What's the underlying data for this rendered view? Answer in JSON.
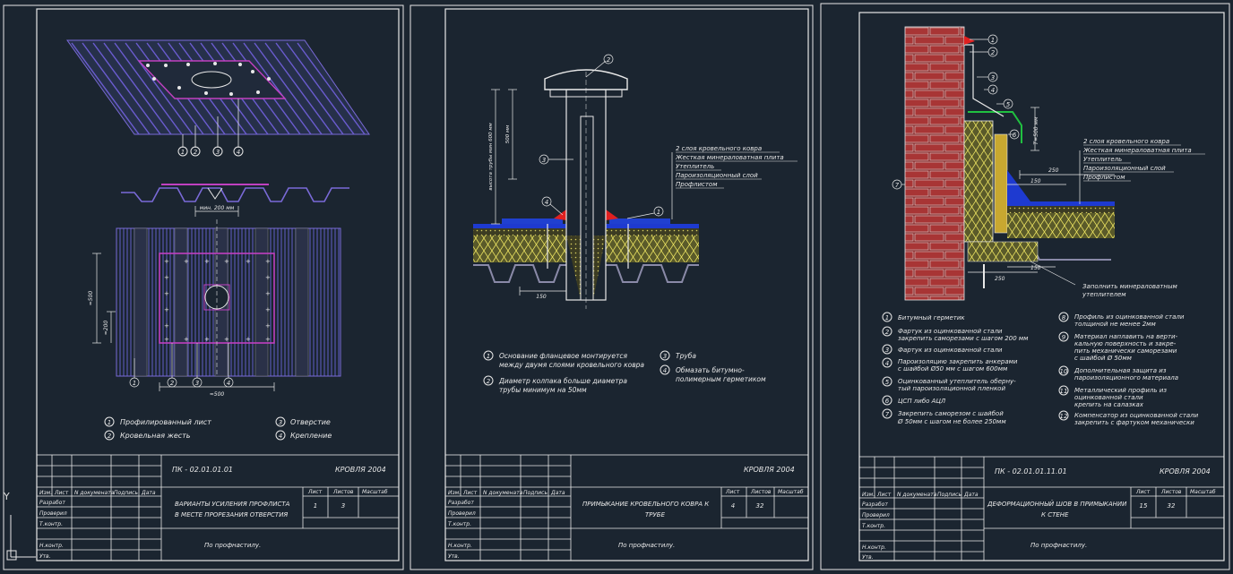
{
  "sheets": [
    {
      "code": "ПК - 02.01.01.01",
      "project": "КРОВЛЯ 2004",
      "title_line1": "ВАРИАНТЫ УСИЛЕНИЯ ПРОФЛИСТА",
      "title_line2": "В МЕСТЕ ПРОРЕЗАНИЯ ОТВЕРСТИЯ",
      "sheet": "1",
      "sheets": "3",
      "footer": "По профнастилу.",
      "legend": [
        {
          "num": "1",
          "text": "Профилированный лист"
        },
        {
          "num": "2",
          "text": "Кровельная жесть"
        },
        {
          "num": "3",
          "text": "Отверстие"
        },
        {
          "num": "4",
          "text": "Крепление"
        }
      ],
      "dim_top": "мин. 200 мм",
      "dim_bottom": "≈500",
      "dim_side": "≈500",
      "dim_side2": "≈200"
    },
    {
      "code": "",
      "project": "КРОВЛЯ 2004",
      "title_line1": "ПРИМЫКАНИЕ КРОВЕЛЬНОГО КОВРА К",
      "title_line2": "ТРУБЕ",
      "sheet": "4",
      "sheets": "32",
      "footer": "По профнастилу.",
      "layers": [
        "2 слоя кровельного ковра",
        "Жесткая минераловатная плита",
        "Утеплитель",
        "Пароизоляционный слой",
        "Профлистом"
      ],
      "legend": [
        {
          "num": "1",
          "text": "Основание фланцевое монтируется",
          "text2": "между двумя слоями кровельного ковра"
        },
        {
          "num": "2",
          "text": "Диаметр колпака больше диаметра",
          "text2": "трубы минимум на 50мм"
        },
        {
          "num": "3",
          "text": "Труба",
          "text2": ""
        },
        {
          "num": "4",
          "text": "Обмазать битумно-",
          "text2": "полимерным герметиком"
        }
      ],
      "vert_label1": "высота трубы мин 600 мм",
      "vert_label2": "500 мм",
      "dim": "150"
    },
    {
      "code": "ПК - 02.01.01.11.01",
      "project": "КРОВЛЯ 2004",
      "title_line1": "ДЕФОРМАЦИОННЫЙ ШОВ В ПРИМЫКАНИИ",
      "title_line2": "К СТЕНЕ",
      "sheet": "15",
      "sheets": "32",
      "footer": "По профнастилу.",
      "layers": [
        "2 слоя кровельного ковра",
        "Жесткая минераловатная плита",
        "Утеплитель",
        "Пароизоляционный слой",
        "Профлистом"
      ],
      "fill_note1": "Заполнить минераловатным",
      "fill_note2": "утеплителем",
      "dims": [
        "250",
        "150",
        "150",
        "250",
        "Т=500 мм"
      ],
      "legend_left": [
        {
          "num": "1",
          "text": "Битумный герметик",
          "text2": ""
        },
        {
          "num": "2",
          "text": "Фартук из оцинкованной стали",
          "text2": "закрепить саморезами с шагом 200 мм"
        },
        {
          "num": "3",
          "text": "Фартук из оцинкованной стали",
          "text2": ""
        },
        {
          "num": "4",
          "text": "Пароизоляцию закрепить анкерами",
          "text2": "с шайбой Ø50 мм с шагом 600мм"
        },
        {
          "num": "5",
          "text": "Оцинкованный утеплитель оберну-",
          "text2": "тый пароизоляционной пленкой"
        },
        {
          "num": "6",
          "text": "ЦСП либо АЦЛ",
          "text2": ""
        },
        {
          "num": "7",
          "text": "Закрепить саморезом с шайбой",
          "text2": "Ø 50мм с шагом не более 250мм"
        }
      ],
      "legend_right": [
        {
          "num": "8",
          "text": "Профиль из оцинкованной стали",
          "text2": "толщиной не менее 2мм"
        },
        {
          "num": "9",
          "text": "Материал наплавить на верти-",
          "text2": "кальную поверхность и закре-",
          "text3": "пить механически саморезами",
          "text4": "с шайбой Ø 50мм"
        },
        {
          "num": "10",
          "text": "Дополнительная защита из",
          "text2": "пароизоляционного материала"
        },
        {
          "num": "11",
          "text": "Металлический профиль из",
          "text2": "оцинкованной стали",
          "text3": "крепить на салазках"
        },
        {
          "num": "12",
          "text": "Компенсатор из оцинкованной стали",
          "text2": "закрепить с фартуком механически"
        }
      ]
    }
  ],
  "stamp_labels": {
    "izm": "Изм.",
    "list": "Лист",
    "doc": "N докумената",
    "sign": "Подпись",
    "date": "Дата",
    "razrab": "Разработ",
    "prover": "Проверил",
    "tkontr": "Т.контр.",
    "nkontr": "Н.контр.",
    "utv": "Утв.",
    "stadia": "Лист",
    "listov": "Листов",
    "masshtab": "Масштаб"
  },
  "axis_label": "Y"
}
